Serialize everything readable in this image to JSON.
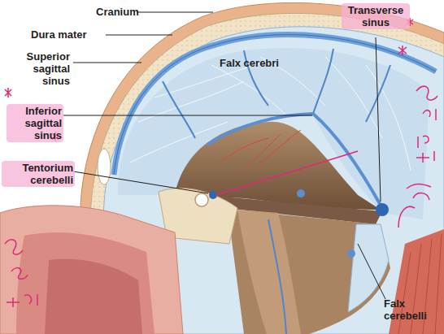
{
  "diagram": {
    "labels": [
      "Cranium",
      "Dura mater",
      "Superior sagittal sinus",
      "Falx cerebri",
      "Transverse sinus",
      "Inferior sagittal sinus",
      "Tentorium cerebelli",
      "Falx cerebelli"
    ]
  }
}
